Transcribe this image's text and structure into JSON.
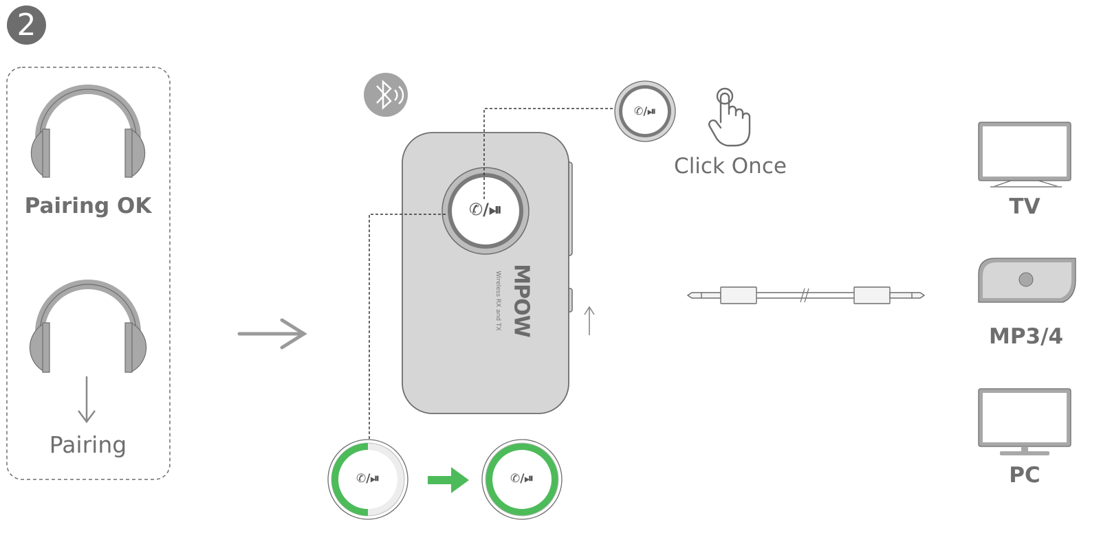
{
  "step": {
    "number": "2"
  },
  "headphone_panel": {
    "paired_label": "Pairing OK",
    "pairing_label": "Pairing"
  },
  "device": {
    "brand": "MPOW",
    "subtitle": "Wireless RX and TX",
    "button_glyph": "✆/⏯"
  },
  "instruction": {
    "click_label": "Click Once"
  },
  "sources": [
    {
      "label": "TV"
    },
    {
      "label": "MP3/4"
    },
    {
      "label": "PC"
    }
  ],
  "colors": {
    "accent_green": "#4dbb5a",
    "gray": "#6d6d6d",
    "light_gray": "#d9d9d9"
  },
  "icons": [
    "bluetooth-icon",
    "hand-pointer-icon",
    "headphones-icon",
    "aux-cable-icon",
    "tv-icon",
    "mp3-player-icon",
    "pc-monitor-icon"
  ]
}
